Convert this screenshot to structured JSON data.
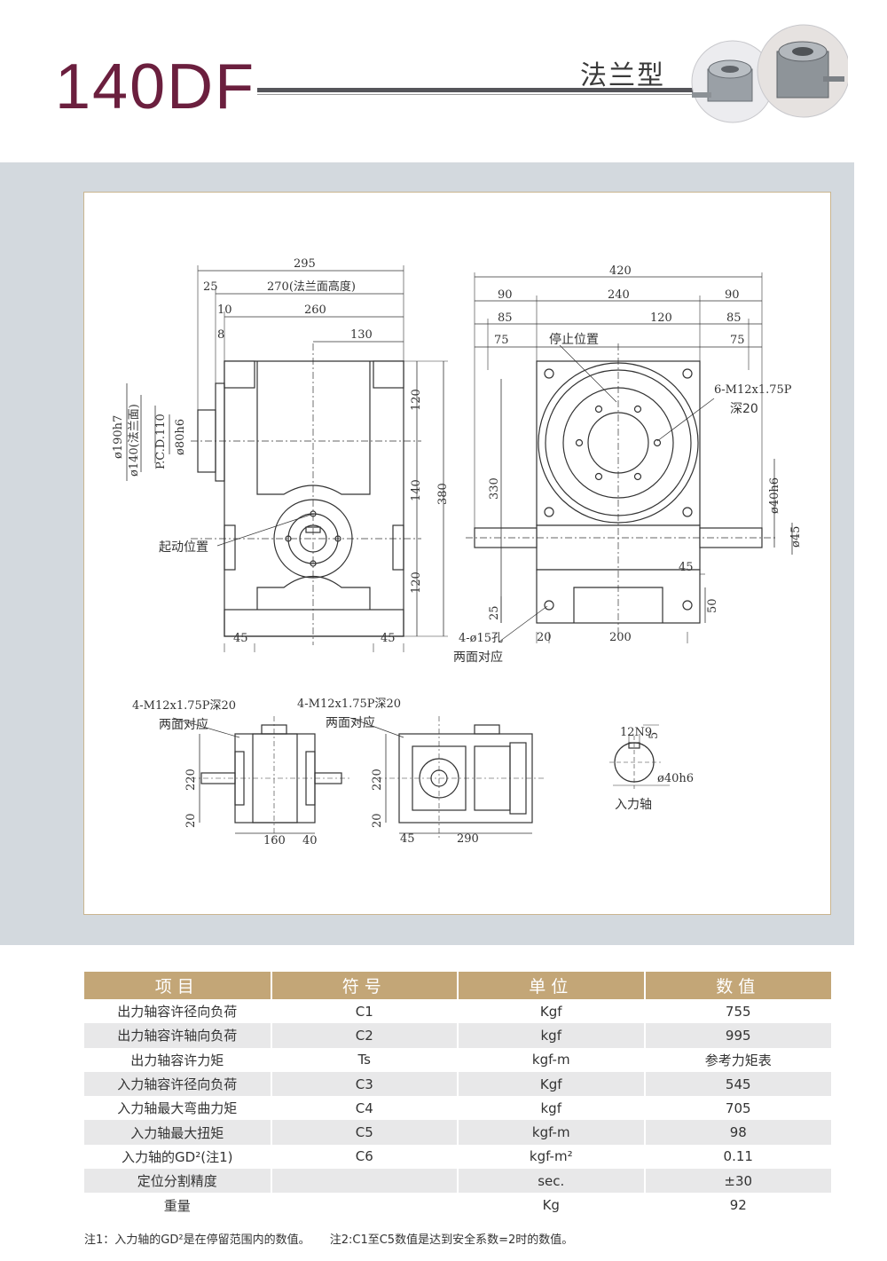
{
  "header": {
    "model": "140DF",
    "type_label": "法兰型"
  },
  "drawing": {
    "front": {
      "dims_top": [
        "295",
        "25",
        "270(法兰面高度)",
        "10",
        "260",
        "8",
        "130"
      ],
      "dims_left": [
        "ø190h7",
        "ø140(法兰面)",
        "P.C.D.110",
        "ø80h6"
      ],
      "dims_right": [
        "120",
        "140",
        "120",
        "380"
      ],
      "dims_bottom": [
        "45",
        "45"
      ],
      "label_start": "起动位置"
    },
    "side": {
      "dims_top": [
        "420",
        "90",
        "240",
        "90",
        "85",
        "120",
        "85",
        "75",
        "75"
      ],
      "label_stop": "停止位置",
      "label_thread": "6-M12x1.75P",
      "label_depth": "深20",
      "dims_left": [
        "330",
        "25"
      ],
      "dims_right": [
        "ø40h6",
        "ø45",
        "45",
        "50"
      ],
      "dims_bottom": [
        "20",
        "200"
      ],
      "label_holes": "4-ø15孔",
      "label_holes_sub": "两面对应"
    },
    "bottom_left": {
      "label_thread": "4-M12x1.75P深20",
      "label_sub": "两面对应",
      "dims": [
        "220",
        "20",
        "160",
        "40"
      ]
    },
    "bottom_mid": {
      "label_thread": "4-M12x1.75P深20",
      "label_sub": "两面对应",
      "dims": [
        "220",
        "20",
        "45",
        "290"
      ]
    },
    "shaft": {
      "dims": [
        "12N9",
        "5",
        "ø40h6"
      ],
      "label": "入力轴"
    }
  },
  "table": {
    "headers": [
      "项目",
      "符号",
      "单位",
      "数值"
    ],
    "rows": [
      {
        "item": "出力轴容许径向负荷",
        "symbol": "C1",
        "unit": "Kgf",
        "value": "755"
      },
      {
        "item": "出力轴容许轴向负荷",
        "symbol": "C2",
        "unit": "kgf",
        "value": "995"
      },
      {
        "item": "出力轴容许力矩",
        "symbol": "Ts",
        "unit": "kgf-m",
        "value": "参考力矩表"
      },
      {
        "item": "入力轴容许径向负荷",
        "symbol": "C3",
        "unit": "Kgf",
        "value": "545"
      },
      {
        "item": "入力轴最大弯曲力矩",
        "symbol": "C4",
        "unit": "kgf",
        "value": "705"
      },
      {
        "item": "入力轴最大扭矩",
        "symbol": "C5",
        "unit": "kgf-m",
        "value": "98"
      },
      {
        "item": "入力轴的GD²(注1)",
        "symbol": "C6",
        "unit": "kgf-m²",
        "value": "0.11"
      },
      {
        "item": "定位分割精度",
        "symbol": "",
        "unit": "sec.",
        "value": "±30"
      },
      {
        "item": "重量",
        "symbol": "",
        "unit": "Kg",
        "value": "92"
      }
    ]
  },
  "notes": {
    "note1": "注1：入力轴的GD²是在停留范围内的数值。",
    "note2": "注2:C1至C5数值是达到安全系数=2时的数值。"
  },
  "colors": {
    "title": "#6b1f3e",
    "table_header": "#c3a677",
    "band": "#d3d9de",
    "row_alt": "#e8e8e9"
  }
}
